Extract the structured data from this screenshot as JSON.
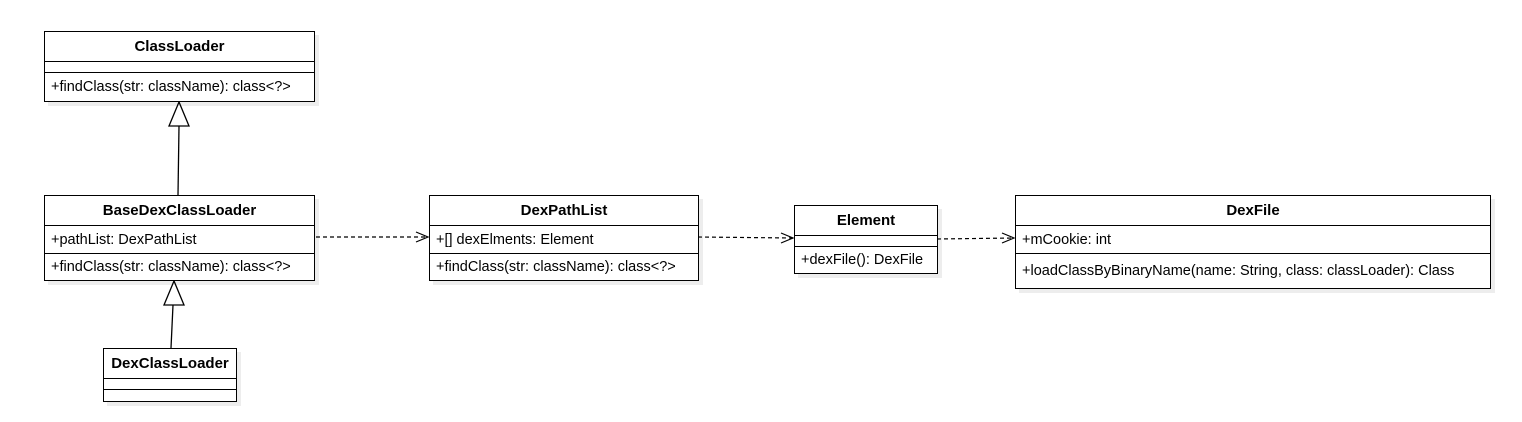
{
  "classes": {
    "classloader": {
      "name": "ClassLoader",
      "attributes": [],
      "methods": [
        "+findClass(str: className): class<?>"
      ]
    },
    "basedexclassloader": {
      "name": "BaseDexClassLoader",
      "attributes": [
        "+pathList: DexPathList"
      ],
      "methods": [
        "+findClass(str: className): class<?>"
      ]
    },
    "dexclassloader": {
      "name": "DexClassLoader",
      "attributes": [],
      "methods": []
    },
    "dexpathlist": {
      "name": "DexPathList",
      "attributes": [
        "+[] dexElments: Element"
      ],
      "methods": [
        "+findClass(str: className): class<?>"
      ]
    },
    "element": {
      "name": "Element",
      "attributes": [],
      "methods": [
        "+dexFile(): DexFile"
      ]
    },
    "dexfile": {
      "name": "DexFile",
      "attributes": [
        "+mCookie: int"
      ],
      "methods": [
        "+loadClassByBinaryName(name: String, class: classLoader): Class"
      ]
    }
  },
  "relations": [
    {
      "type": "generalization",
      "from": "BaseDexClassLoader",
      "to": "ClassLoader"
    },
    {
      "type": "generalization",
      "from": "DexClassLoader",
      "to": "BaseDexClassLoader"
    },
    {
      "type": "dependency",
      "from": "BaseDexClassLoader",
      "to": "DexPathList"
    },
    {
      "type": "dependency",
      "from": "DexPathList",
      "to": "Element"
    },
    {
      "type": "dependency",
      "from": "Element",
      "to": "DexFile"
    }
  ]
}
